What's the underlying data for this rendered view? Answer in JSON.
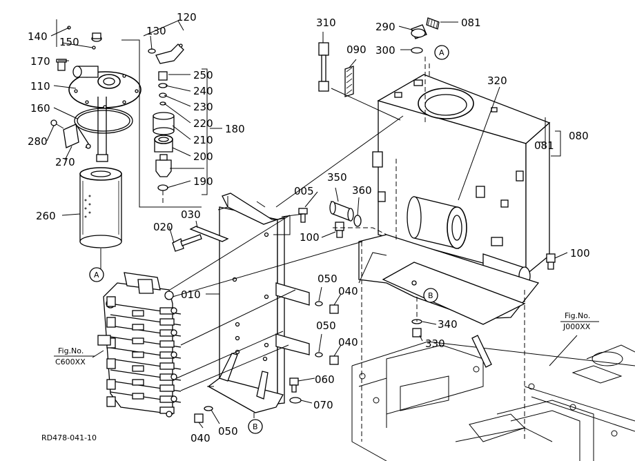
{
  "diagram": {
    "part_numbers": [
      "010",
      "020",
      "030",
      "040",
      "040",
      "040",
      "050",
      "050",
      "050",
      "060",
      "070",
      "080",
      "081",
      "081",
      "090",
      "100",
      "100",
      "110",
      "120",
      "130",
      "140",
      "150",
      "160",
      "170",
      "180",
      "190",
      "200",
      "210",
      "220",
      "230",
      "240",
      "250",
      "260",
      "270",
      "280",
      "290",
      "300",
      "310",
      "320",
      "330",
      "340",
      "350",
      "360",
      "005"
    ],
    "reference_markers": [
      "A",
      "A",
      "B",
      "B"
    ],
    "figure_refs": [
      {
        "heading": "Fig.No.",
        "code": "C600XX"
      },
      {
        "heading": "Fig.No.",
        "code": "J000XX"
      }
    ],
    "drawing_code": "RD478-041-10"
  }
}
